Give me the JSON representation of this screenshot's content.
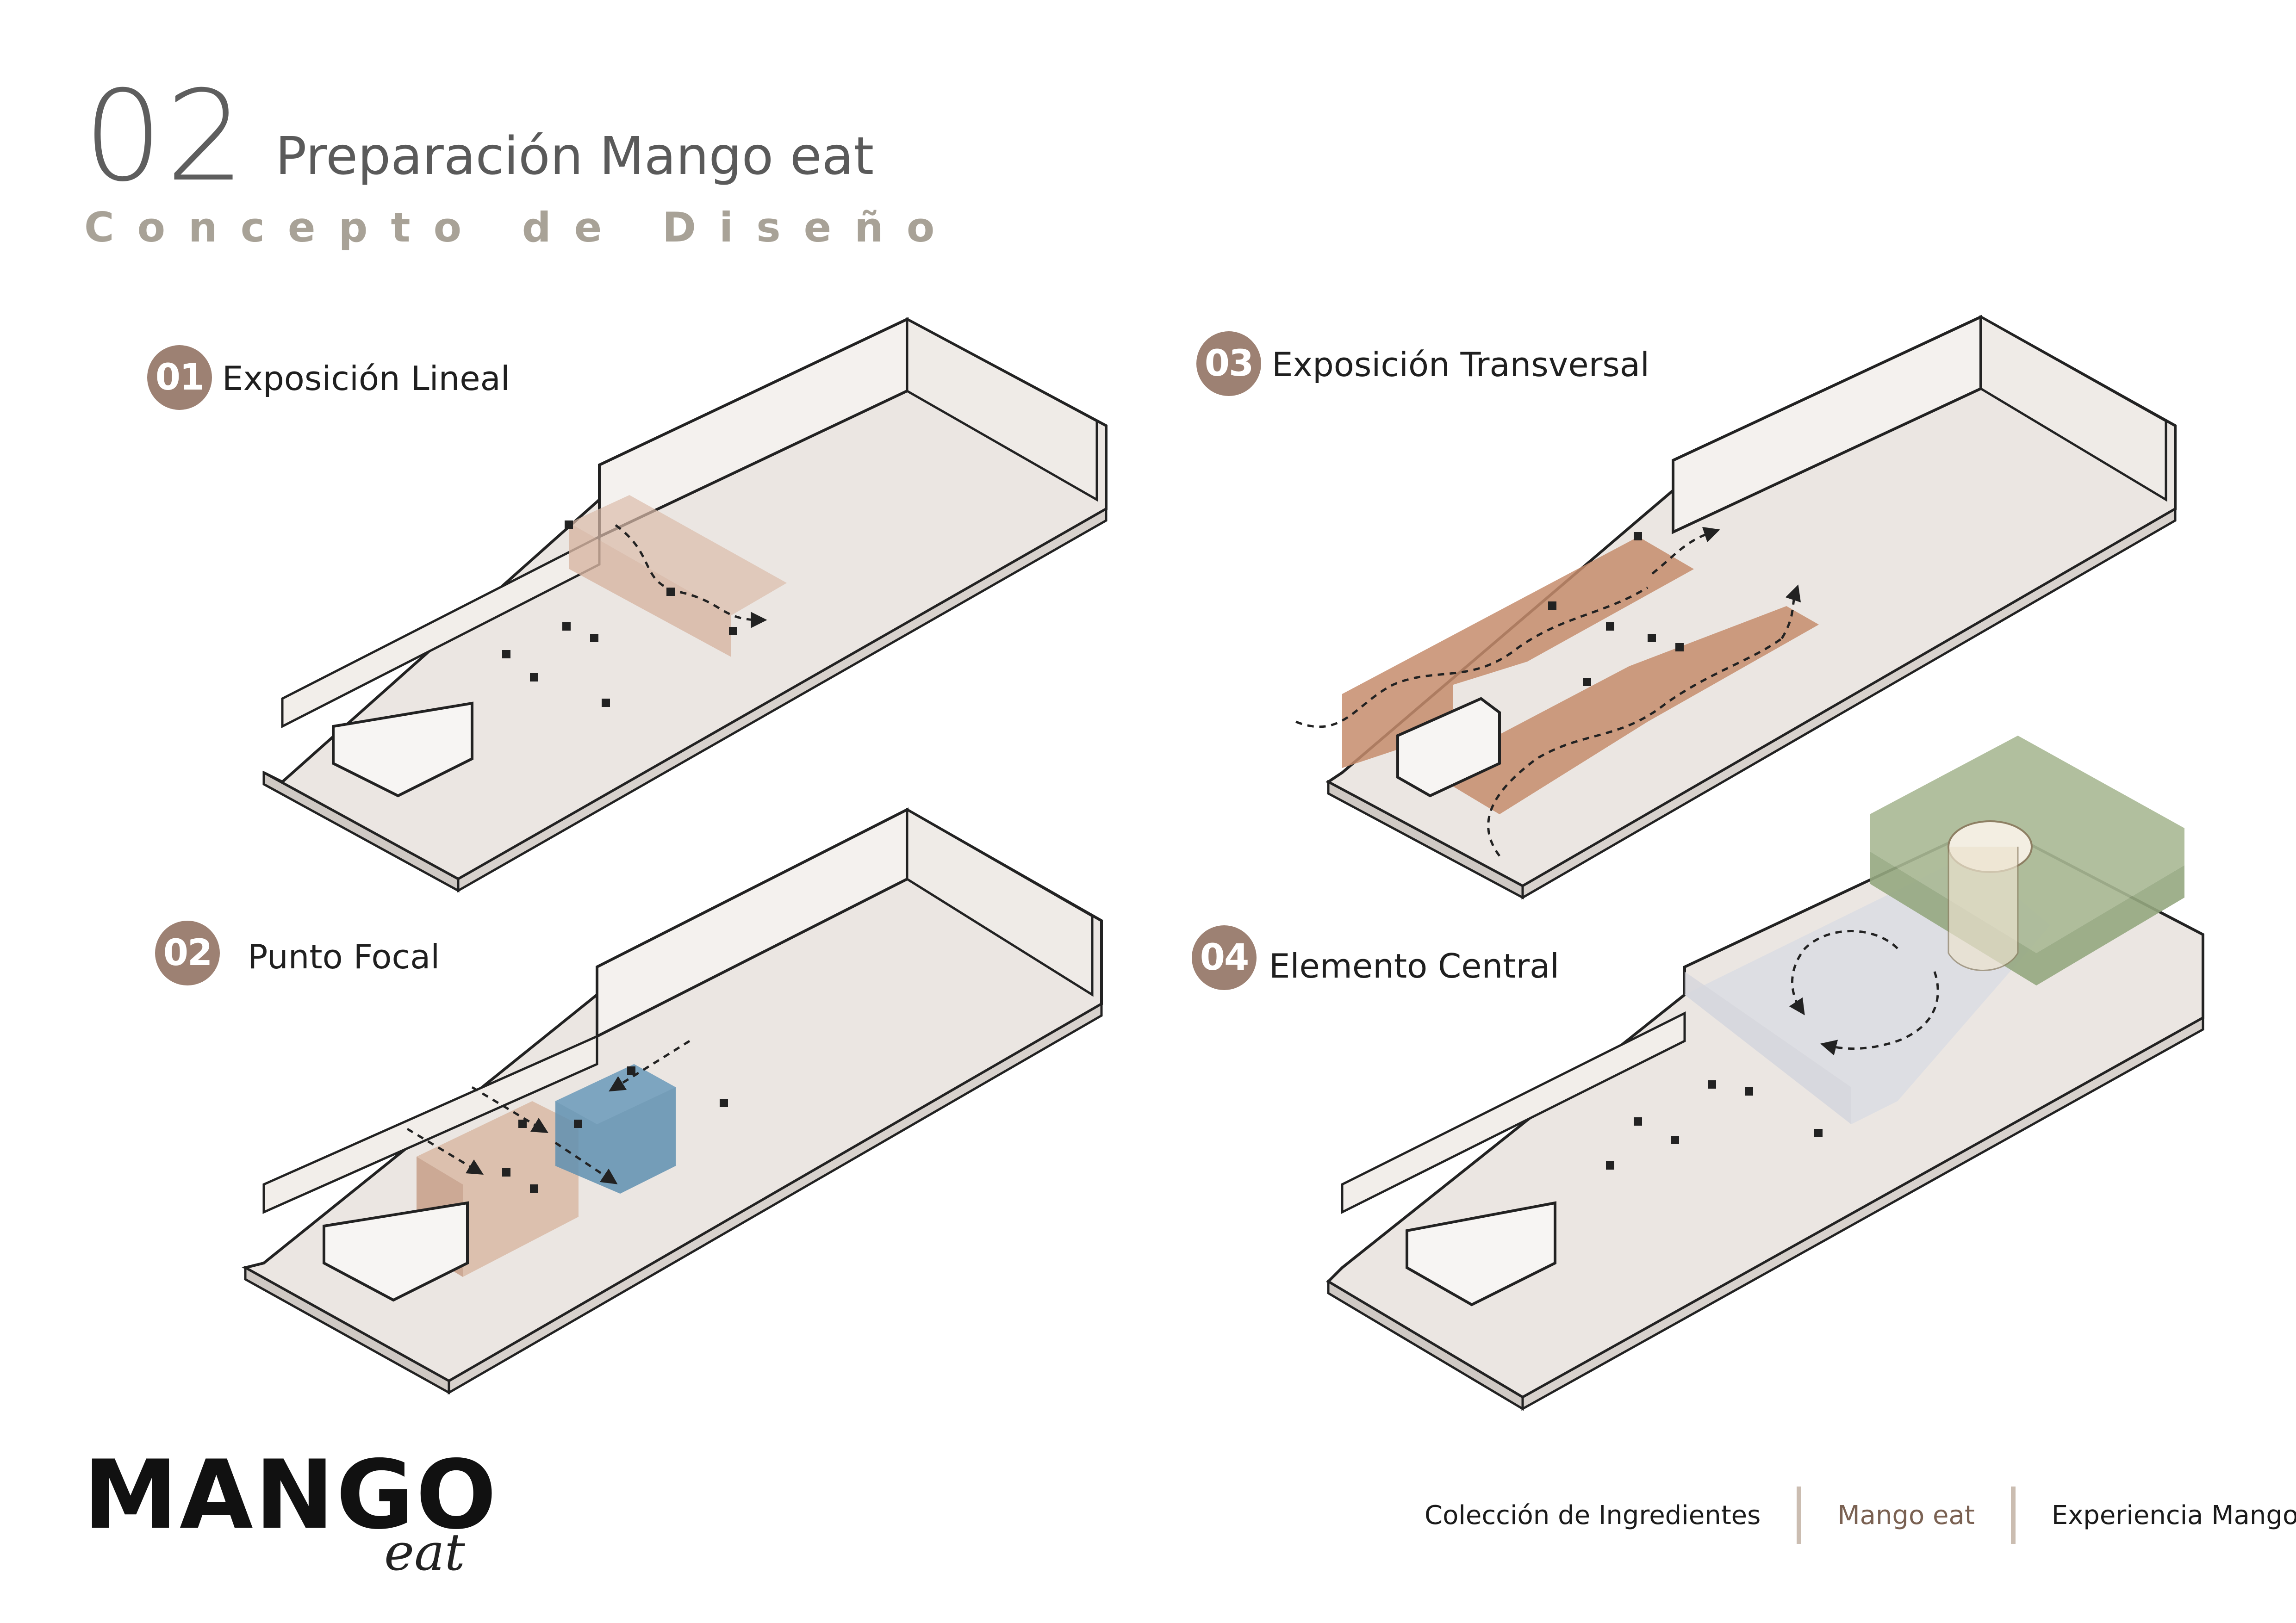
{
  "header": {
    "number": "02",
    "title": "Preparación Mango eat",
    "subtitle": "Concepto de Diseño"
  },
  "diagrams": [
    {
      "number": "01",
      "label": "Exposición Lineal"
    },
    {
      "number": "02",
      "label": "Punto Focal"
    },
    {
      "number": "03",
      "label": "Exposición  Transversal"
    },
    {
      "number": "04",
      "label": "Elemento Central"
    }
  ],
  "brand": {
    "name": "MANGO",
    "sub": "eat"
  },
  "footer": {
    "items": [
      {
        "label": "Colección de Ingredientes"
      },
      {
        "label": "Mango eat"
      },
      {
        "label": "Experiencia  Mango"
      }
    ]
  },
  "colors": {
    "badge": "#9d8173",
    "floor": "#e9e4e0",
    "wall": "#f1ede9",
    "linear_zone": "#d4b3a0",
    "transversal_zone": "#c58c6c",
    "focal_cube": "#5f8fb0",
    "central_element": "#a9b894",
    "central_floor": "#dcdde3"
  }
}
